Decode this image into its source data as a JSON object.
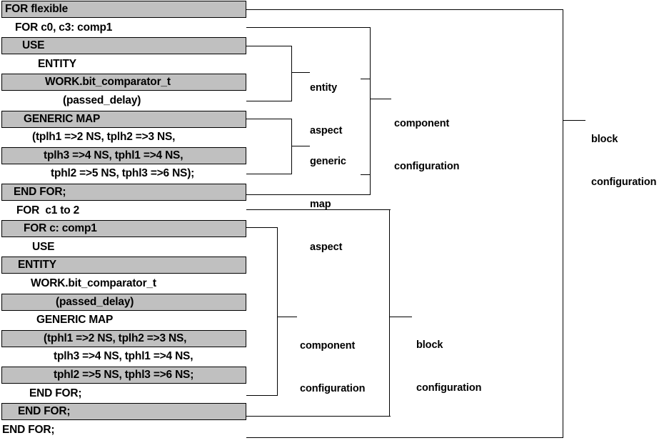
{
  "diagram": {
    "title": "VHDL configuration declaration structure",
    "shade_color": "#c0c0c0",
    "line_color": "#000000",
    "code_rows": [
      {
        "text": "FOR flexible",
        "indent": 4,
        "shaded": true
      },
      {
        "text": "FOR c0, c3: comp1",
        "indent": 18,
        "shaded": false
      },
      {
        "text": "USE",
        "indent": 28,
        "shaded": true
      },
      {
        "text": "ENTITY",
        "indent": 50,
        "shaded": false
      },
      {
        "text": "WORK.bit_comparator_t",
        "indent": 60,
        "shaded": true
      },
      {
        "text": "(passed_delay)",
        "indent": 85,
        "shaded": false
      },
      {
        "text": "GENERIC MAP",
        "indent": 30,
        "shaded": true
      },
      {
        "text": "(tplh1 =>2 NS, tplh2 =>3 NS,",
        "indent": 42,
        "shaded": false
      },
      {
        "text": "tplh3 =>4 NS, tphl1 =>4 NS,",
        "indent": 58,
        "shaded": true
      },
      {
        "text": "tphl2 =>5 NS, tphl3 =>6 NS);",
        "indent": 68,
        "shaded": false
      },
      {
        "text": "END FOR;",
        "indent": 16,
        "shaded": true
      },
      {
        "text": "FOR  c1 to 2",
        "indent": 20,
        "shaded": false
      },
      {
        "text": "FOR c: comp1",
        "indent": 30,
        "shaded": true
      },
      {
        "text": "USE",
        "indent": 42,
        "shaded": false
      },
      {
        "text": "ENTITY",
        "indent": 22,
        "shaded": true
      },
      {
        "text": "WORK.bit_comparator_t",
        "indent": 40,
        "shaded": false
      },
      {
        "text": "(passed_delay)",
        "indent": 75,
        "shaded": true
      },
      {
        "text": "GENERIC MAP",
        "indent": 48,
        "shaded": false
      },
      {
        "text": "(tphl1 =>2 NS, tplh2 =>3 NS,",
        "indent": 58,
        "shaded": true
      },
      {
        "text": "tplh3 =>4 NS, tphl1 =>4 NS,",
        "indent": 72,
        "shaded": false
      },
      {
        "text": "tphl2 =>5 NS, tphl3 =>6 NS;",
        "indent": 72,
        "shaded": true
      },
      {
        "text": "END FOR;",
        "indent": 38,
        "shaded": false
      },
      {
        "text": "END FOR;",
        "indent": 22,
        "shaded": true
      },
      {
        "text": "END FOR;",
        "indent": 0,
        "shaded": false
      }
    ],
    "annotations": {
      "entity_aspect": "entity\naspect",
      "generic_map_aspect": "generic\nmap\naspect",
      "component_configuration_top": "component\nconfiguration",
      "component_configuration_bottom": "component\nconfiguration",
      "block_configuration_middle": "block\nconfiguration",
      "block_configuration_outer": "block\nconfiguration"
    }
  }
}
